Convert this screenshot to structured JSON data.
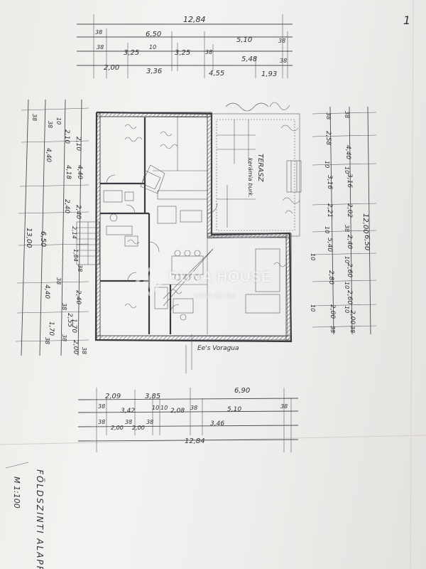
{
  "sheet": {
    "page_number": "1"
  },
  "title_block": {
    "title": "FÖLDSZINTI ALAPRAJZ",
    "scale": "M 1:100"
  },
  "rooms": {
    "terrace": "TERASZ",
    "terrace_paving": "kerámia burk.",
    "entrance": "Ee's Voragua"
  },
  "top_dims": {
    "row1_total": "12,84",
    "row2": [
      "38",
      "6,50",
      "5,10",
      "38"
    ],
    "row3": [
      "38",
      "3,25",
      "10",
      "3,25",
      "38",
      "5,48",
      "38"
    ],
    "row4": [
      "2,00",
      "3,36",
      "4,55",
      "1,93"
    ]
  },
  "bottom_dims": {
    "row1": [
      "2,09",
      "3,85",
      "6,90"
    ],
    "row2": [
      "38",
      "3,42",
      "10",
      "10",
      "2,08",
      "38",
      "5,10",
      "38"
    ],
    "row3": [
      "38",
      "2,00",
      "38",
      "2,00",
      "38",
      "3,46"
    ],
    "row4_total": "12,84"
  },
  "right_dims": {
    "col1": [
      "38",
      "2,58",
      "10",
      "3,16",
      "2,21",
      "10",
      "5,40",
      "10",
      "2,80",
      "10",
      "2,00",
      "38"
    ],
    "col2": [
      "38",
      "4,40",
      "10",
      "3,16",
      "2,02",
      "38",
      "2,40",
      "10",
      "2,60",
      "10",
      "2,60",
      "10",
      "2,00",
      "38"
    ],
    "col3": [
      "12,00",
      "6,50"
    ]
  },
  "left_dims": {
    "col1": [
      "38",
      "2,10",
      "4,18",
      "2,40",
      "6,50",
      "38",
      "4,40",
      "38",
      "2,55",
      "38",
      "1,70",
      "38"
    ],
    "col2": [
      "10",
      "2,10",
      "4,40",
      "2,40",
      "2,14",
      "1,84",
      "38",
      "2,40",
      "1,70",
      "2,00",
      "38"
    ],
    "col3": [
      "38",
      "4,40",
      "13,00"
    ]
  },
  "watermark": {
    "brand": "DUNA HOUSE",
    "url": "www.dh.hu"
  }
}
